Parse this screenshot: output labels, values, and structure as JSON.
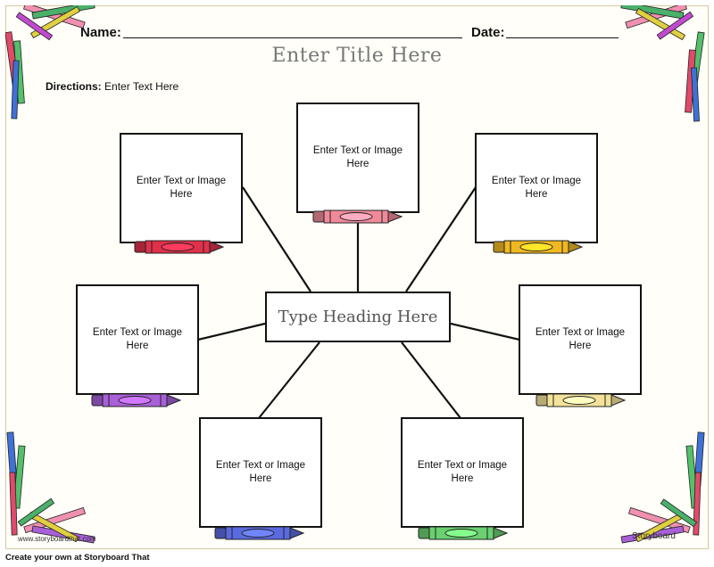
{
  "header": {
    "name_label": "Name:",
    "date_label": "Date:"
  },
  "title": "Enter Title Here",
  "directions": {
    "label": "Directions:",
    "text": "Enter Text Here"
  },
  "center_heading": "Type Heading Here",
  "boxes": [
    {
      "text": "Enter Text or Image Here",
      "crayon_color": "#e0304a"
    },
    {
      "text": "Enter Text or Image Here",
      "crayon_color": "#f08a9a"
    },
    {
      "text": "Enter Text or Image Here",
      "crayon_color": "#f0b820"
    },
    {
      "text": "Enter Text or Image Here",
      "crayon_color": "#a860d8"
    },
    {
      "text": "Enter Text or Image Here",
      "crayon_color": "#f4e29a"
    },
    {
      "text": "Enter Text or Image Here",
      "crayon_color": "#5a6ae0"
    },
    {
      "text": "Enter Text or Image Here",
      "crayon_color": "#6ad070"
    }
  ],
  "footer": "Create your own at Storyboard That",
  "watermark_left": "www.storyboardthat.com",
  "watermark_right": "Storyboard"
}
